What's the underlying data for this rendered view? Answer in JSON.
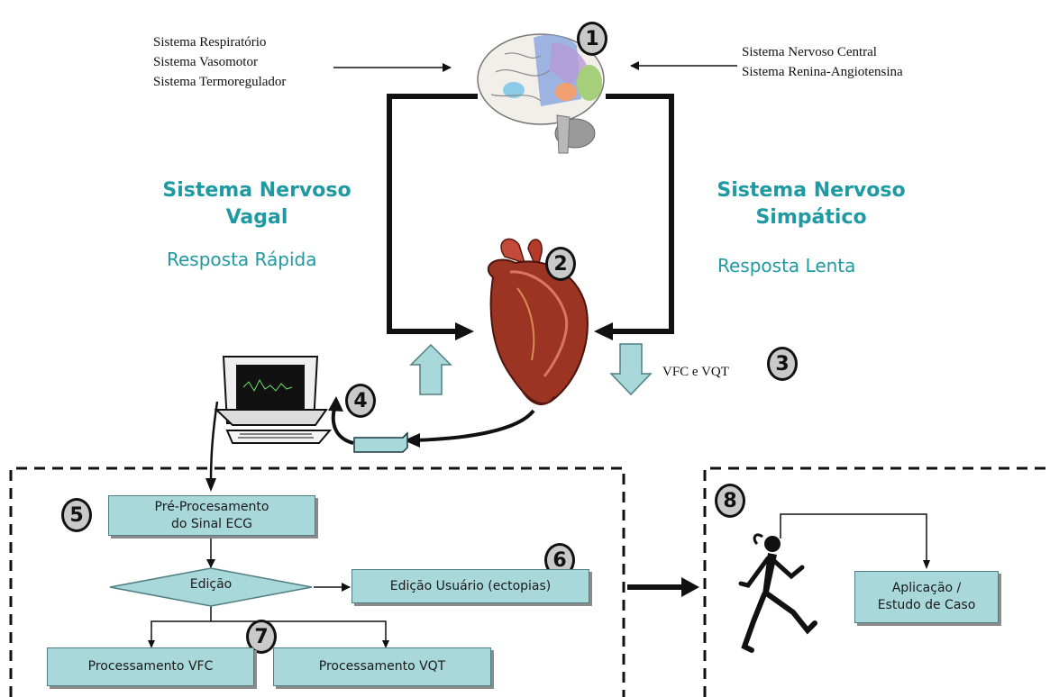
{
  "top": {
    "left_inputs": [
      "Sistema Respiratório",
      "Sistema Vasomotor",
      "Sistema Termoregulador"
    ],
    "right_inputs": [
      "Sistema Nervoso Central",
      "Sistema Renina-Angiotensina"
    ]
  },
  "vagal": {
    "title": "Sistema Nervoso Vagal",
    "response": "Resposta Rápida"
  },
  "sympathetic": {
    "title": "Sistema Nervoso Simpático",
    "response": "Resposta Lenta"
  },
  "signal_label": "VFC e VQT",
  "badges": [
    "1",
    "2",
    "3",
    "4",
    "5",
    "6",
    "7",
    "8"
  ],
  "flow": {
    "preprocessing": "Pré-Procesamento do Sinal ECG",
    "edition": "Edição",
    "user_edition": "Edição Usuário (ectopias)",
    "hrv_processing": "Processamento VFC",
    "qtv_processing": "Processamento VQT"
  },
  "application": "Aplicação / Estudo de Caso",
  "colors": {
    "teal_text": "#1f9aa3",
    "box_fill": "#a8d8da",
    "badge_fill": "#c9c9c9"
  }
}
